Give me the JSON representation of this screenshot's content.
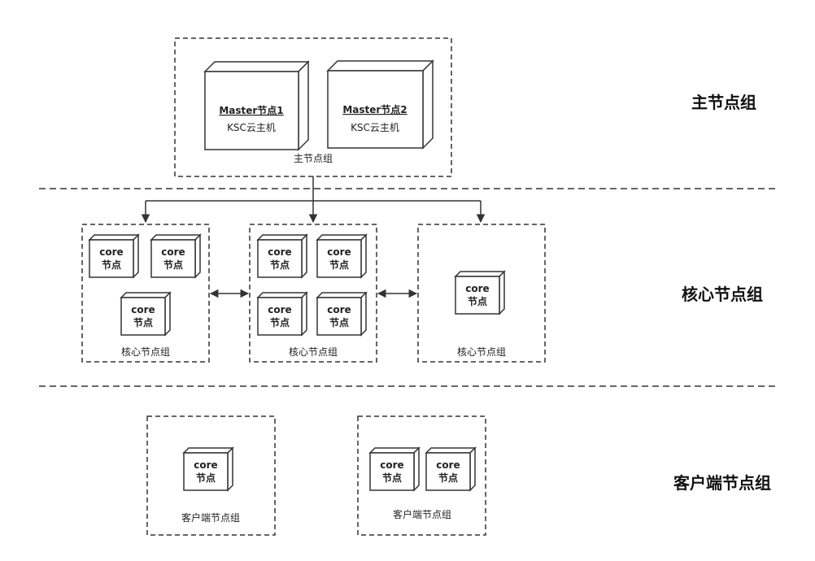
{
  "sections": {
    "master": "主节点组",
    "core": "核心节点组",
    "client": "客户端节点组"
  },
  "master_group": {
    "label": "主节点组",
    "nodes": [
      {
        "title": "Master节点1",
        "subtitle": "KSC云主机"
      },
      {
        "title": "Master节点2",
        "subtitle": "KSC云主机"
      }
    ]
  },
  "core_groups": [
    {
      "label": "核心节点组"
    },
    {
      "label": "核心节点组"
    },
    {
      "label": "核心节点组"
    }
  ],
  "client_groups": [
    {
      "label": "客户端节点组"
    },
    {
      "label": "客户端节点组"
    }
  ],
  "core_node": {
    "line1": "core",
    "line2": "节点"
  }
}
